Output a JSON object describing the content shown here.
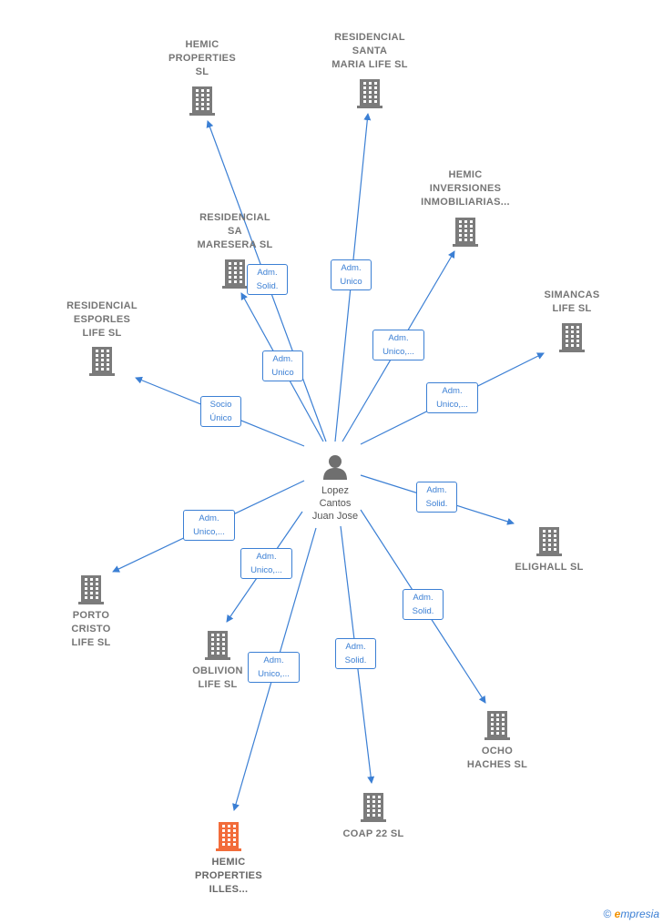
{
  "center": {
    "name": "Lopez\nCantos\nJuan Jose",
    "icon": "person-icon"
  },
  "colors": {
    "edge": "#3b7fd4",
    "building": "#7b7b7b",
    "building_highlight": "#f26c3a"
  },
  "companies": [
    {
      "id": "hemic-properties",
      "label": "HEMIC\nPROPERTIES\nSL",
      "icon": "building-icon",
      "highlight": false
    },
    {
      "id": "residencial-santa-maria",
      "label": "RESIDENCIAL\nSANTA\nMARIA LIFE  SL",
      "icon": "building-icon",
      "highlight": false
    },
    {
      "id": "hemic-inversiones",
      "label": "HEMIC\nINVERSIONES\nINMOBILIARIAS...",
      "icon": "building-icon",
      "highlight": false
    },
    {
      "id": "residencial-sa-maresera",
      "label": "RESIDENCIAL\nSA\nMARESERA  SL",
      "icon": "building-icon",
      "highlight": false
    },
    {
      "id": "simancas-life",
      "label": "SIMANCAS\nLIFE  SL",
      "icon": "building-icon",
      "highlight": false
    },
    {
      "id": "residencial-esporles",
      "label": "RESIDENCIAL\nESPORLES\nLIFE  SL",
      "icon": "building-icon",
      "highlight": false
    },
    {
      "id": "elighall",
      "label": "ELIGHALL  SL",
      "icon": "building-icon",
      "highlight": false
    },
    {
      "id": "porto-cristo",
      "label": "PORTO\nCRISTO\nLIFE  SL",
      "icon": "building-icon",
      "highlight": false
    },
    {
      "id": "oblivion-life",
      "label": "OBLIVION\nLIFE  SL",
      "icon": "building-icon",
      "highlight": false
    },
    {
      "id": "ocho-haches",
      "label": "OCHO\nHACHES  SL",
      "icon": "building-icon",
      "highlight": false
    },
    {
      "id": "coap-22",
      "label": "COAP 22  SL",
      "icon": "building-icon",
      "highlight": false
    },
    {
      "id": "hemic-properties-illes",
      "label": "HEMIC\nPROPERTIES\nILLES...",
      "icon": "building-icon",
      "highlight": true
    }
  ],
  "relations": [
    {
      "to": "residencial-sa-maresera",
      "label": "Adm.\nSolid."
    },
    {
      "to": "residencial-santa-maria",
      "label": "Adm.\nUnico"
    },
    {
      "to": "hemic-inversiones",
      "label": "Adm.\nUnico,..."
    },
    {
      "to": "hemic-properties",
      "label": "Adm.\nUnico"
    },
    {
      "to": "simancas-life",
      "label": "Adm.\nUnico,..."
    },
    {
      "to": "residencial-esporles",
      "label": "Socio\nÚnico"
    },
    {
      "to": "elighall",
      "label": "Adm.\nSolid."
    },
    {
      "to": "porto-cristo",
      "label": "Adm.\nUnico,..."
    },
    {
      "to": "oblivion-life",
      "label": "Adm.\nUnico,..."
    },
    {
      "to": "ocho-haches",
      "label": "Adm.\nSolid."
    },
    {
      "to": "coap-22",
      "label": "Adm.\nSolid."
    },
    {
      "to": "hemic-properties-illes",
      "label": "Adm.\nUnico,..."
    }
  ],
  "footer": {
    "copyright": "©",
    "brand_initial": "e",
    "brand_rest": "mpresia"
  }
}
